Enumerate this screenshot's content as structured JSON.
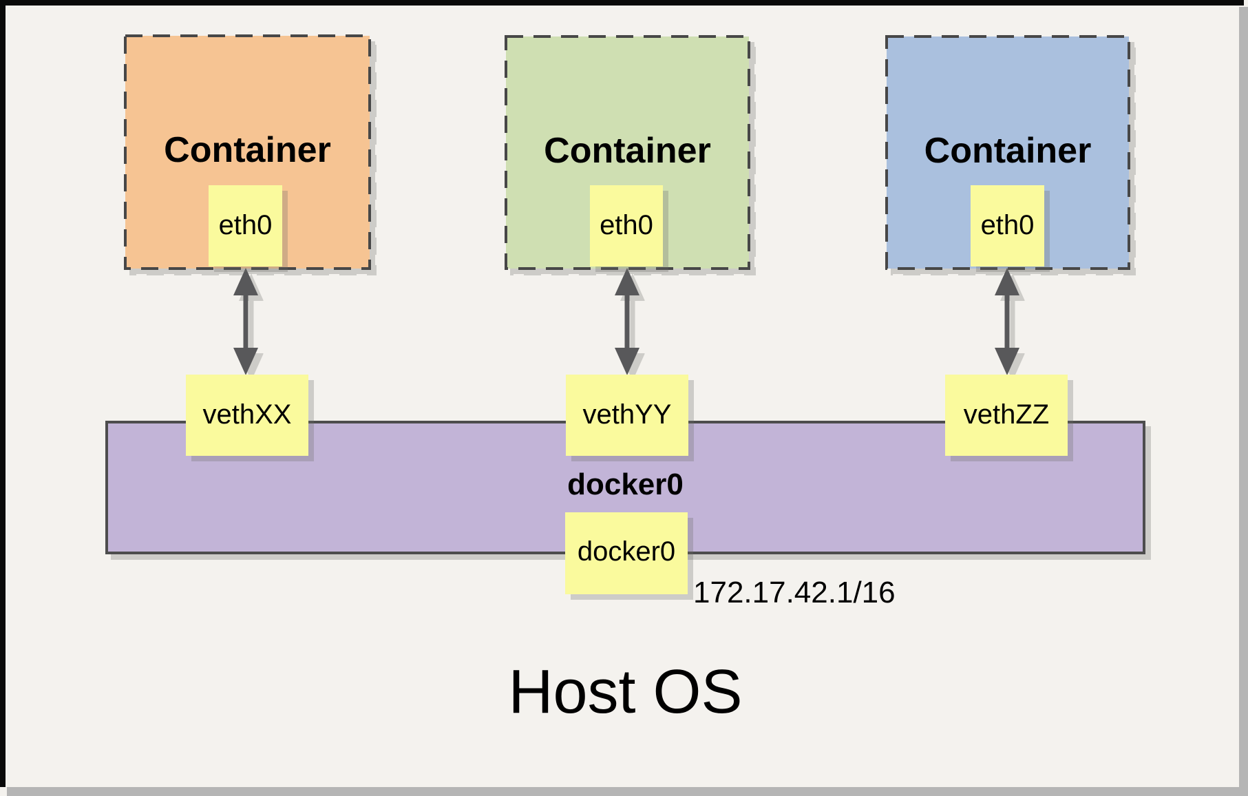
{
  "colors": {
    "canvas_background": "#F4F2EE",
    "interface_box_yellow": "#FAFA9D",
    "bridge_bar_purple": "#C2B4D7",
    "arrow_gray": "#58585A"
  },
  "containers": [
    {
      "label": "Container",
      "interface_label": "eth0",
      "fill": "#F6C493"
    },
    {
      "label": "Container",
      "interface_label": "eth0",
      "fill": "#CFDFB2"
    },
    {
      "label": "Container",
      "interface_label": "eth0",
      "fill": "#AAC0DE"
    }
  ],
  "veth_labels": [
    "vethXX",
    "vethYY",
    "vethZZ"
  ],
  "bridge": {
    "bar_label": "docker0",
    "interface_label": "docker0",
    "ip_address": "172.17.42.1/16"
  },
  "host_os_label": "Host OS"
}
